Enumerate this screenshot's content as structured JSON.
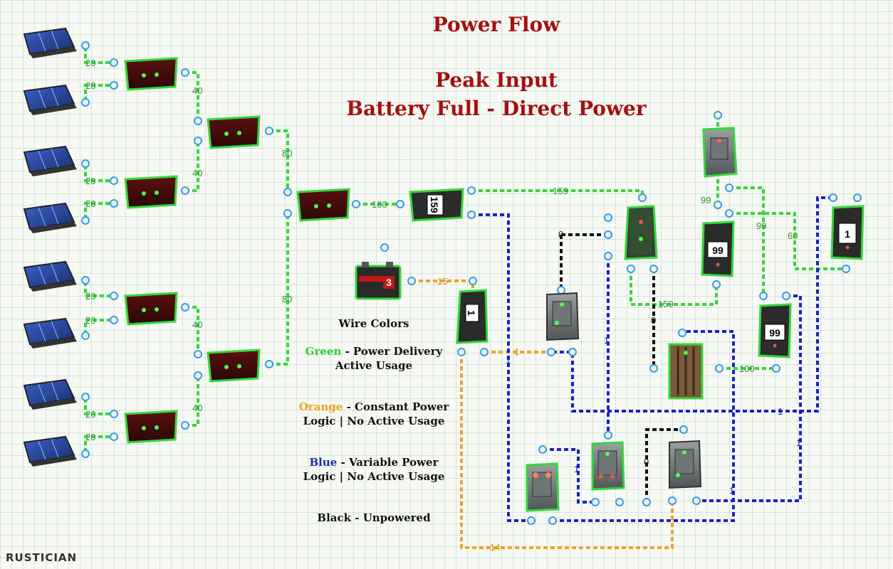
{
  "title": "Power Flow",
  "subtitle_line1": "Peak Input",
  "subtitle_line2": "Battery Full - Direct Power",
  "legend": {
    "heading": "Wire Colors",
    "green_word": "Green",
    "green_rest": " - Power Delivery",
    "green_line2": "Active Usage",
    "orange_word": "Orange",
    "orange_rest": " - Constant Power",
    "orange_line2": "Logic | No Active Usage",
    "blue_word": "Blue",
    "blue_rest": " - Variable Power",
    "blue_line2": "Logic | No Active Usage",
    "black": "Black - Unpowered"
  },
  "brand": "RUSTICIAN",
  "colors": {
    "green": "#35d63a",
    "orange": "#f0a030",
    "blue": "#1a22c8",
    "black": "#111111",
    "title": "#a41010"
  },
  "wire_labels": {
    "panel1": "20",
    "panel2": "20",
    "panel3": "20",
    "panel4": "20",
    "panel5": "20",
    "panel6": "20",
    "panel7": "20",
    "panel8": "20",
    "combinerA": "40",
    "combinerB": "40",
    "combinerC": "40",
    "combinerD": "40",
    "combinerAB": "80",
    "combinerCD": "80",
    "main": "160",
    "to_branch": "159",
    "battery_out": "15",
    "orange_mid": "1",
    "orange_bottom": "14",
    "black_top": "0",
    "blue_1a": "1",
    "blue_1b": "1",
    "blue_1c": "1",
    "blue_1d": "1",
    "blue_1e": "1",
    "blue_1f": "1",
    "black_mid": "0",
    "black_bottom": "0",
    "green_159b": "159",
    "green_99a": "99",
    "green_99b": "99",
    "green_60": "60",
    "green_100": "100"
  },
  "devices": {
    "root_display": "159",
    "battery_display": "1",
    "battery_icon_label": "3",
    "branch_display_a": "99",
    "branch_display_b": "99",
    "branch_display_c": "1"
  }
}
